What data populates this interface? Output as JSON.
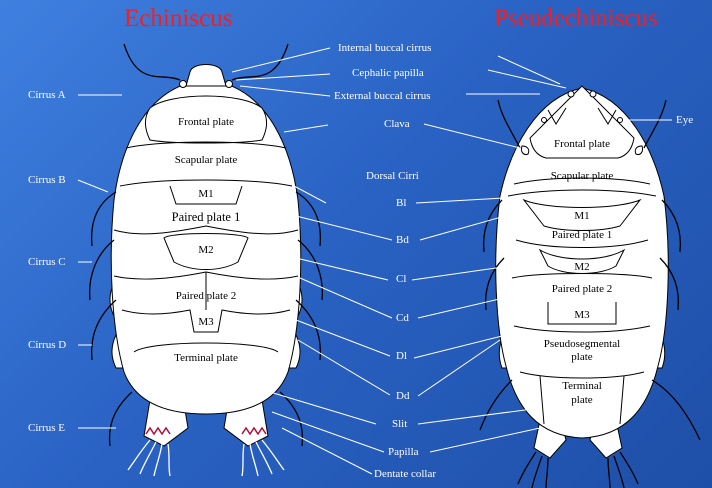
{
  "colors": {
    "background": "#2a63c4",
    "title": "#ff1a1a",
    "label_text": "#ffffff",
    "leader_line": "#ffffff",
    "body_fill": "#ffffff",
    "outline": "#000000"
  },
  "titles": {
    "left": "Echiniscus",
    "right": "Pseudechiniscus"
  },
  "left_labels": {
    "cirrus_a": "Cirrus A",
    "cirrus_b": "Cirrus B",
    "cirrus_c": "Cirrus C",
    "cirrus_d": "Cirrus D",
    "cirrus_e": "Cirrus E"
  },
  "center_labels": {
    "internal_buccal_cirrus": "Internal buccal cirrus",
    "cephalic_papilla": "Cephalic papilla",
    "external_buccal_cirrus": "External buccal cirrus",
    "clava": "Clava",
    "dorsal_cirri": "Dorsal Cirri",
    "b1": "Bl",
    "bd": "Bd",
    "c1": "Cl",
    "cd": "Cd",
    "d1": "Dl",
    "dd": "Dd",
    "slit": "Slit",
    "papilla": "Papilla",
    "dentate_collar": "Dentate collar"
  },
  "right_labels": {
    "eye": "Eye"
  },
  "echiniscus_plates": {
    "frontal": "Frontal plate",
    "scapular": "Scapular plate",
    "m1": "M1",
    "paired1": "Paired plate 1",
    "m2": "M2",
    "paired2": "Paired plate 2",
    "m3": "M3",
    "terminal": "Terminal plate"
  },
  "pseudechiniscus_plates": {
    "frontal": "Frontal plate",
    "scapular": "Scapular plate",
    "m1": "M1",
    "paired1": "Paired plate 1",
    "m2": "M2",
    "paired2": "Paired plate 2",
    "m3": "M3",
    "pseudosegmental_line1": "Pseudosegmental",
    "pseudosegmental_line2": "plate",
    "terminal_line1": "Terminal",
    "terminal_line2": "plate"
  }
}
